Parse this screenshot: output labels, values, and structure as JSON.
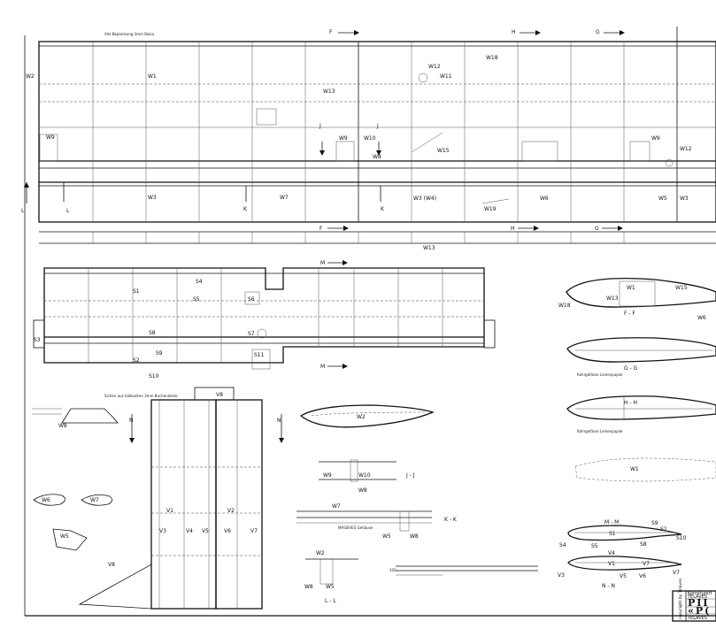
{
  "notes": {
    "top_note": "Alle Beplankung 3mm Balsa",
    "mid_note": "Sichen aus halbseiten 3mm Buchenleiste",
    "kk_note": "MASSIVES Gehäuse",
    "ff_caption": "F - F",
    "gg_caption": "G - G",
    "gg_sub": "Rohrgefässe Leinenpapier",
    "hh_caption": "H - H",
    "hh_sub": "Rohrgefässe Leinenpapier",
    "mm_caption": "M - M",
    "nn_caption": "N - N",
    "jj_caption": "J - J",
    "kk_caption": "K - K",
    "ll_caption": "L - L",
    "scale_val": "100"
  },
  "section_marks": {
    "F": "F",
    "H": "H",
    "G": "G",
    "J": "J",
    "K": "K",
    "L": "L",
    "M": "M",
    "N": "N"
  },
  "wing_labels": {
    "W1": "W1",
    "W2": "W2",
    "W3": "W3",
    "W3W4": "W3 (W4)",
    "W5": "W5",
    "W6": "W6",
    "W7": "W7",
    "W8": "W8",
    "W9": "W9",
    "W10": "W10",
    "W11": "W11",
    "W12": "W12",
    "W13": "W13",
    "W15": "W15",
    "W18": "W18",
    "W19": "W19"
  },
  "stab_labels": {
    "S1": "S1",
    "S2": "S2",
    "S3": "S3",
    "S4": "S4",
    "S5": "S5",
    "S6": "S6",
    "S7": "S7",
    "S8": "S8",
    "S9": "S9",
    "S10": "S10",
    "S11": "S11"
  },
  "fin_labels": {
    "V1": "V1",
    "V2": "V2",
    "V3": "V3",
    "V4": "V4",
    "V5": "V5",
    "V6": "V6",
    "V7": "V7",
    "V8": "V8"
  },
  "title_block": {
    "konstr": "Konstruiert",
    "name": "TELAVES",
    "big1": "PII",
    "big2": "«P(",
    "name2": "TELAVES",
    "copyright": "copyright by Telaves"
  }
}
